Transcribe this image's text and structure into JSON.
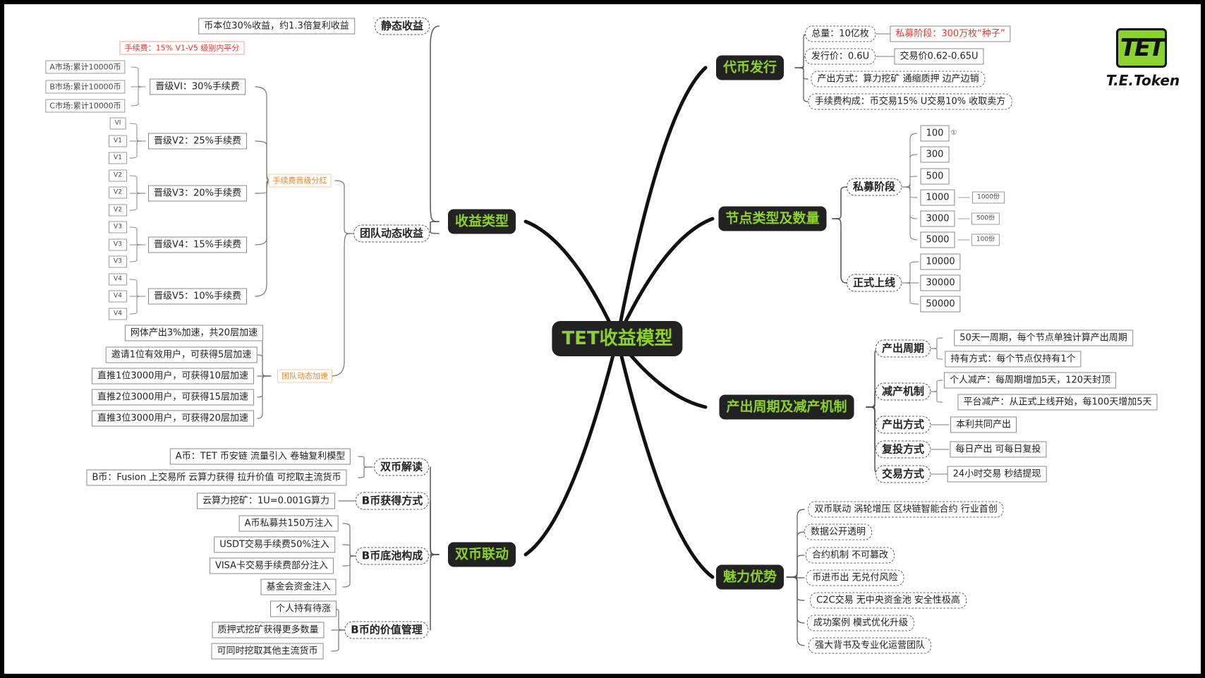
{
  "root": "TET收益模型",
  "logo_mark": "TET",
  "brand": "T.E.Token",
  "earnings": {
    "title": "收益类型",
    "static": {
      "title": "静态收益",
      "item": "币本位30%收益，约1.3倍复利收益"
    },
    "team": {
      "title": "团队动态收益",
      "fee_label": "手续费晋级分红",
      "fee_note": "手续费：15%  V1-V5 级别内平分",
      "levels": [
        {
          "title": "晋级VI：30%手续费",
          "items": [
            "A市场:累计10000币",
            "B市场:累计10000币",
            "C市场:累计10000币"
          ]
        },
        {
          "title": "晋级V2：25%手续费",
          "items": [
            "VI",
            "V1",
            "V1"
          ]
        },
        {
          "title": "晋级V3：20%手续费",
          "items": [
            "V2",
            "V2",
            "V2"
          ]
        },
        {
          "title": "晋级V4：15%手续费",
          "items": [
            "V3",
            "V3",
            "V3"
          ]
        },
        {
          "title": "晋级V5：10%手续费",
          "items": [
            "V4",
            "V4",
            "V4"
          ]
        }
      ],
      "speed_label": "团队动态加速",
      "speed_items": [
        "网体产出3%加速，共20层加速",
        "邀请1位有效用户，可获得5层加速",
        "直推1位3000用户，可获得10层加速",
        "直推2位3000用户，可获得15层加速",
        "直推3位3000用户，可获得20层加速"
      ]
    }
  },
  "dual": {
    "title": "双币联动",
    "groups": [
      {
        "title": "双币解读",
        "items": [
          "A币：TET  币安链 流量引入 卷轴复利模型",
          "B币：Fusion  上交易所  云算力获得 拉升价值  可挖取主流货币"
        ]
      },
      {
        "title": "B币获得方式",
        "items": [
          "云算力挖矿：1U=0.001G算力"
        ]
      },
      {
        "title": "B币底池构成",
        "items": [
          "A币私募共150万注入",
          "USDT交易手续费50%注入",
          "VISA卡交易手续费部分注入",
          "基金会资金注入"
        ]
      },
      {
        "title": "B币的价值管理",
        "items": [
          "个人持有待涨",
          "质押式挖矿获得更多数量",
          "可同时挖取其他主流货币"
        ]
      }
    ]
  },
  "issuance": {
    "title": "代币发行",
    "total": "总量：10亿枚",
    "private": "私募阶段：300万枚“种子”",
    "price": "发行价：0.6U",
    "trade_price": "交易价0.62-0.65U",
    "output": "产出方式：算力挖矿  通缩质押  边产边销",
    "fees": "手续费构成：币交易15%  U交易10%  收取卖方"
  },
  "nodes": {
    "title": "节点类型及数量",
    "private": {
      "title": "私募阶段",
      "values": [
        "100",
        "300",
        "500",
        "1000",
        "3000",
        "5000"
      ],
      "marker": "①",
      "counts": [
        "1000份",
        "500份",
        "100份"
      ]
    },
    "launch": {
      "title": "正式上线",
      "values": [
        "10000",
        "30000",
        "50000"
      ]
    }
  },
  "cycle": {
    "title": "产出周期及减产机制",
    "groups": [
      {
        "title": "产出周期",
        "items": [
          "50天一周期，每个节点单独计算产出周期",
          "持有方式：每个节点仅持有1个"
        ]
      },
      {
        "title": "减产机制",
        "items": [
          "个人减产：每周期增加5天，120天封顶",
          "平台减产：从正式上线开始，每100天增加5天"
        ]
      },
      {
        "title": "产出方式",
        "items": [
          "本利共同产出"
        ]
      },
      {
        "title": "复投方式",
        "items": [
          "每日产出  可每日复投"
        ]
      },
      {
        "title": "交易方式",
        "items": [
          "24小时交易  秒结提现"
        ]
      }
    ]
  },
  "charm": {
    "title": "魅力优势",
    "items": [
      "双币联动 涡轮增压 区块链智能合约  行业首创",
      "数据公开透明",
      "合约机制  不可篡改",
      "币进币出  无兑付风险",
      "C2C交易  无中央资金池  安全性极高",
      "成功案例 模式优化升级",
      "强大背书及专业化运营团队"
    ]
  }
}
